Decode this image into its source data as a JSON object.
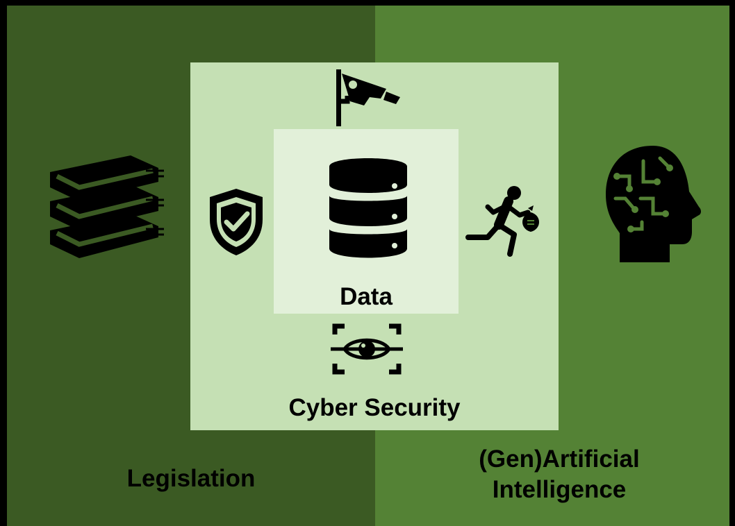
{
  "colors": {
    "background": "#000000",
    "legislation_panel": "#3b5a23",
    "ai_panel": "#548235",
    "cyber_security_box": "#c5e0b4",
    "data_box": "#e2f0d9",
    "icon": "#000000"
  },
  "labels": {
    "data": "Data",
    "cyber_security": "Cyber Security",
    "legislation": "Legislation",
    "ai": "(Gen)Artificial Intelligence"
  },
  "icons": {
    "legislation": "books-icon",
    "ai": "ai-head-icon",
    "data": "database-icon",
    "surveillance": "cctv-camera-icon",
    "protection": "shield-check-icon",
    "theft": "thief-running-icon",
    "monitoring": "eye-scan-icon"
  }
}
